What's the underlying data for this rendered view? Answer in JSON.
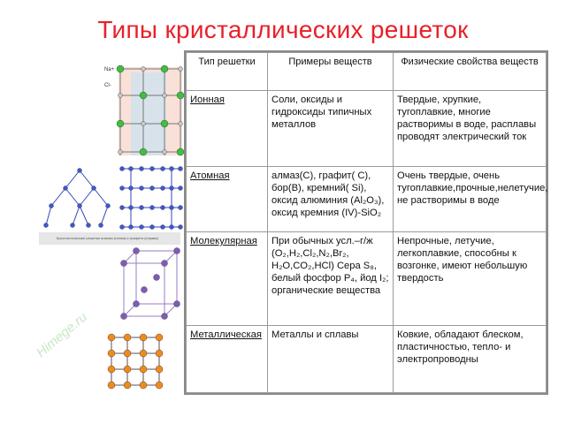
{
  "title": "Типы кристаллических решеток",
  "watermark": "Himege.ru",
  "ionic_image": {
    "label_top": "Na+",
    "label_side": "Cl-"
  },
  "atomic_image_caption": "Кристаллические решетки алмаза (слева) и графита (справа)",
  "table": {
    "headers": [
      "Тип решетки",
      "Примеры веществ",
      "Физические свойства веществ"
    ],
    "rows": [
      {
        "type": "Ионная",
        "examples": "Соли, оксиды и гидроксиды типичных металлов",
        "properties": "Твердые, хрупкие, тугоплавкие, многие растворимы в воде, расплавы проводят электрический ток"
      },
      {
        "type": "Атомная",
        "examples": "алмаз(С), графит( С), бор(В), кремний( Si), оксид алюминия (Al₂O₃), оксид кремния (IV)-SiO₂",
        "properties": "Очень твердые, очень тугоплавкие,прочные,нелетучие, не растворимы в воде"
      },
      {
        "type": "Молекулярная",
        "examples": "При обычных усл.–г/ж (O₂,H₂,Cl₂,N₂,Br₂, H₂O,CO₂,HCl) Сера S₈, белый фосфор P₄, йод I₂; органические вещества",
        "properties": "Непрочные, летучие, легкоплавкие, способны к возгонке, имеют небольшую твердость"
      },
      {
        "type": "Металлическая",
        "examples": "Металлы и сплавы",
        "properties": "Ковкие, обладают блеском, пластичностью, тепло- и электропроводны"
      }
    ]
  }
}
